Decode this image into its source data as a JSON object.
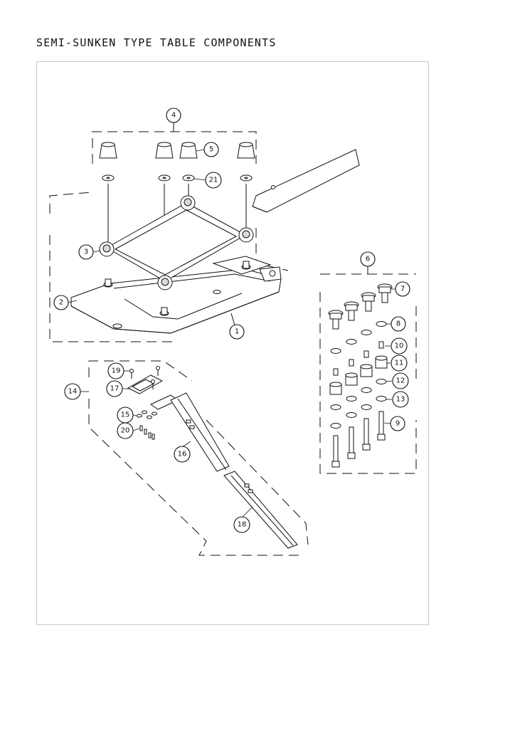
{
  "title": "SEMI-SUNKEN TYPE TABLE COMPONENTS",
  "callouts": [
    "1",
    "2",
    "3",
    "4",
    "5",
    "6",
    "7",
    "8",
    "9",
    "10",
    "11",
    "12",
    "13",
    "14",
    "15",
    "16",
    "17",
    "18",
    "19",
    "20",
    "21"
  ]
}
